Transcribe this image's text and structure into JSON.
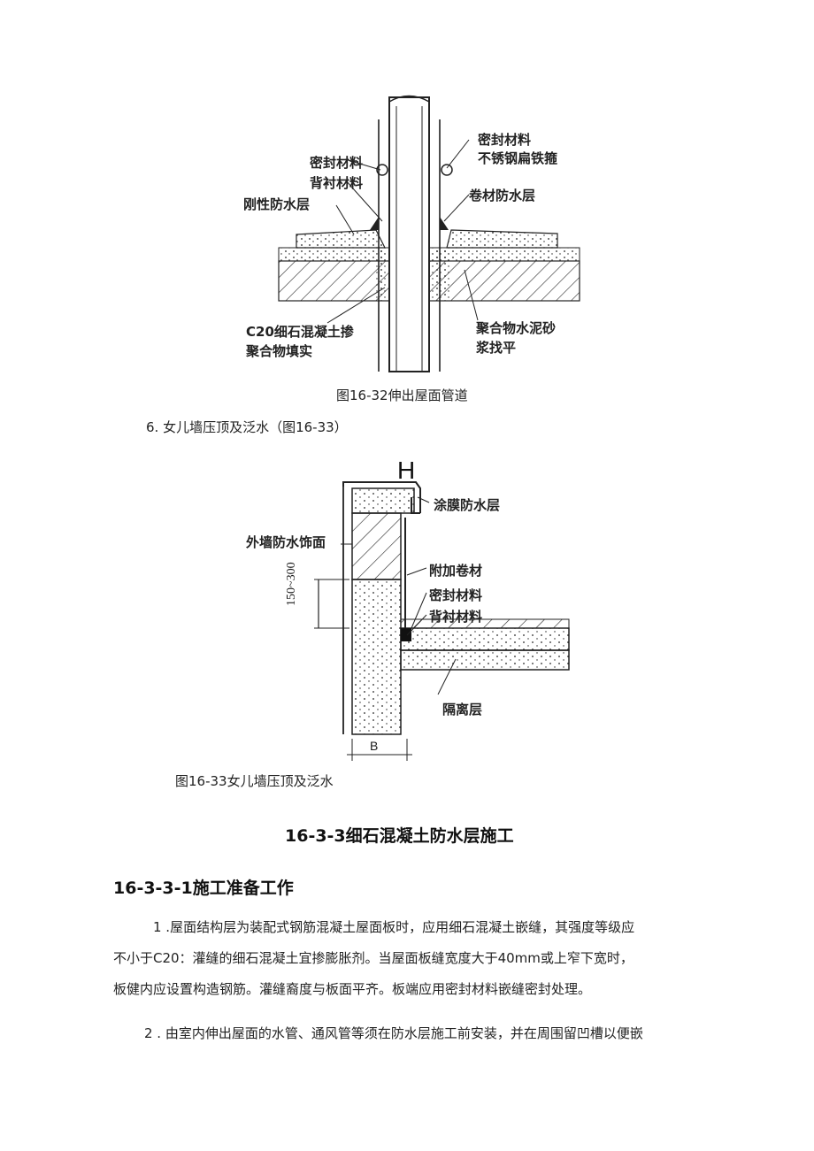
{
  "figure1": {
    "labels": {
      "seal_left": "密封材料",
      "backing_left": "背衬材料",
      "rigid_layer": "刚性防水层",
      "seal_right": "密封材料",
      "clamp": "不锈钢扁铁箍",
      "roll_layer": "卷材防水层",
      "c20_line1": "C20细石混凝土掺",
      "c20_line2": "聚合物填实",
      "mortar_line1": "聚合物水泥砂",
      "mortar_line2": "浆找平"
    },
    "caption": "图16-32伸出屋面管道"
  },
  "item6": "6. 女儿墙压顶及泛水（图16-33）",
  "figure2": {
    "top_mark": "H",
    "labels": {
      "coating": "涂膜防水层",
      "exterior": "外墙防水饰面",
      "additional": "附加卷材",
      "seal": "密封材料",
      "backing": "背衬材料",
      "isolation": "隔离层",
      "dim_height": "150~300",
      "dim_width": "B"
    },
    "caption": "图16-33女儿墙压顶及泛水"
  },
  "section_title": "16-3-3细石混凝土防水层施工",
  "subsection_title": "16-3-3-1施工准备工作",
  "paragraphs": {
    "p1_line1": "1 .屋面结构层为装配式钢筋混凝土屋面板时，应用细石混凝土嵌缝，其强度等级应",
    "p1_line2": "不小于C20：灌缝的细石混凝土宜掺膨胀剂。当屋面板缝宽度大于40mm或上窄下宽时，",
    "p1_line3": "板健内应设置构造钢筋。灌缝裔度与板面平齐。板端应用密封材料嵌缝密封处理。",
    "p2_line1": "2 . 由室内伸出屋面的水管、通风管等须在防水层施工前安装，并在周围留凹槽以便嵌"
  }
}
